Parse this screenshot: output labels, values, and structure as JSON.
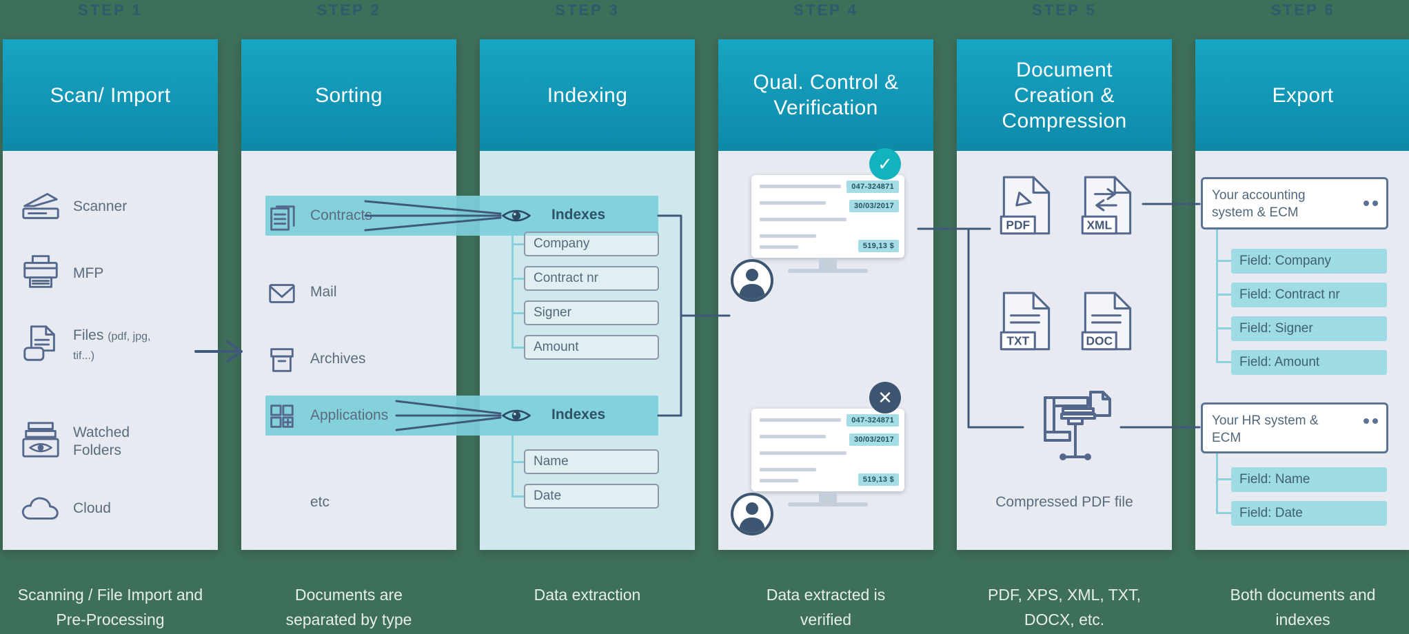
{
  "colors": {
    "background": "#3e6f58",
    "header_teal": "#1095b4",
    "panel_gray": "#e8eaf1",
    "panel_teal_tint": "#cfe8ec",
    "highlight_teal": "#7cd0da",
    "chip_teal": "#9fdbe4",
    "icon_slate": "#54678c",
    "connector_slate": "#40597b",
    "verified_badge": "#12b2be",
    "rejected_badge": "#3c5571"
  },
  "steps": [
    {
      "label": "STEP 1",
      "title_lines": [
        "Scan/ Import"
      ],
      "caption": "Scanning / File Import and Pre-Processing"
    },
    {
      "label": "STEP 2",
      "title_lines": [
        "Sorting"
      ],
      "caption": "Documents are separated by type"
    },
    {
      "label": "STEP 3",
      "title_lines": [
        "Indexing"
      ],
      "caption": "Data extraction"
    },
    {
      "label": "STEP 4",
      "title_lines": [
        "Qual. Control &",
        "Verification"
      ],
      "caption": "Data extracted is verified"
    },
    {
      "label": "STEP 5",
      "title_lines": [
        "Document",
        "Creation &",
        "Compression"
      ],
      "caption": "PDF, XPS, XML, TXT, DOCX, etc."
    },
    {
      "label": "STEP 6",
      "title_lines": [
        "Export"
      ],
      "caption": "Both documents and indexes"
    }
  ],
  "scan_import": {
    "items": [
      {
        "label": "Scanner"
      },
      {
        "label": "MFP"
      },
      {
        "label": "Files",
        "note": "(pdf, jpg, tif...)"
      },
      {
        "label": "Watched Folders"
      },
      {
        "label": "Cloud"
      }
    ]
  },
  "sorting": {
    "items": [
      {
        "label": "Contracts"
      },
      {
        "label": "Mail"
      },
      {
        "label": "Archives"
      },
      {
        "label": "Applications"
      },
      {
        "label": "etc"
      }
    ]
  },
  "indexing": {
    "groups": [
      {
        "title": "Indexes",
        "fields": [
          "Company",
          "Contract nr",
          "Signer",
          "Amount"
        ]
      },
      {
        "title": "Indexes",
        "fields": [
          "Name",
          "Date"
        ]
      }
    ]
  },
  "verification": {
    "cards": [
      {
        "status": "verified",
        "badge_glyph": "✓",
        "chips": [
          "047-324871",
          "30/03/2017",
          "519,13 $"
        ]
      },
      {
        "status": "rejected",
        "badge_glyph": "✕",
        "chips": [
          "047-324871",
          "30/03/2017",
          "519,13 $"
        ]
      }
    ]
  },
  "creation": {
    "formats": [
      "PDF",
      "XML",
      "TXT",
      "DOC"
    ],
    "compressed_label": "Compressed PDF file"
  },
  "export": {
    "systems": [
      {
        "title": "Your accounting system & ECM",
        "fields": [
          "Field: Company",
          "Field: Contract nr",
          "Field: Signer",
          "Field: Amount"
        ]
      },
      {
        "title": "Your HR system & ECM",
        "fields": [
          "Field: Name",
          "Field: Date"
        ]
      }
    ]
  }
}
